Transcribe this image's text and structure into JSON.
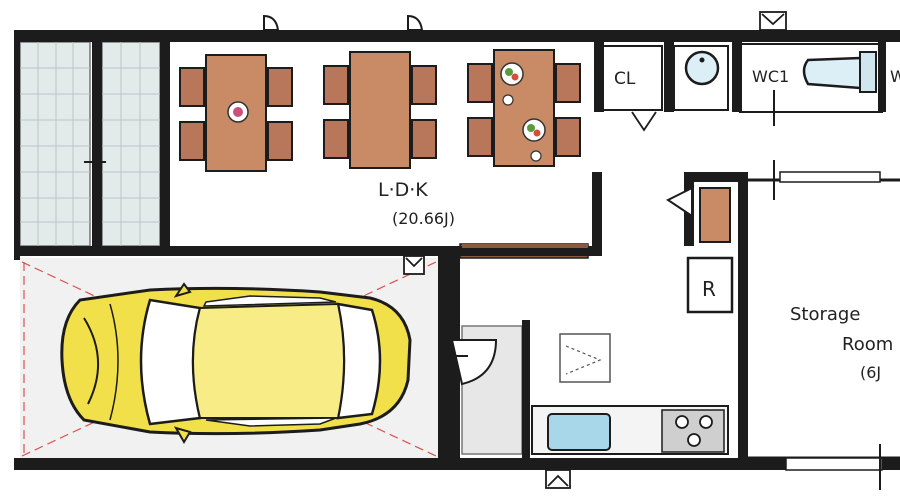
{
  "rooms": {
    "ldk": {
      "name": "L·D·K",
      "area": "(20.66J)"
    },
    "storage": {
      "name_line1": "Storage",
      "name_line2": "Room",
      "area_partial": "(6J"
    },
    "closet": "CL",
    "wc": "WC1",
    "wc_cut": "W",
    "fridge": "R"
  },
  "colors": {
    "wall": "#1c1c1c",
    "floor": "#ffffff",
    "table_wood": "#c98a66",
    "chair_wood": "#b8775a",
    "car_body": "#f2e04a",
    "glass_tile": "#e4ecec",
    "garage_floor": "#f1f1f1",
    "dashed_line": "#d9534f",
    "sink_water": "#a9d7ea",
    "cabinet_wood": "#8a5a3c"
  },
  "icons": [
    "door-swing-icon",
    "car-icon",
    "dining-table-icon",
    "toilet-icon",
    "washbasin-icon",
    "stove-icon",
    "kitchen-sink-icon",
    "plate-icon"
  ]
}
